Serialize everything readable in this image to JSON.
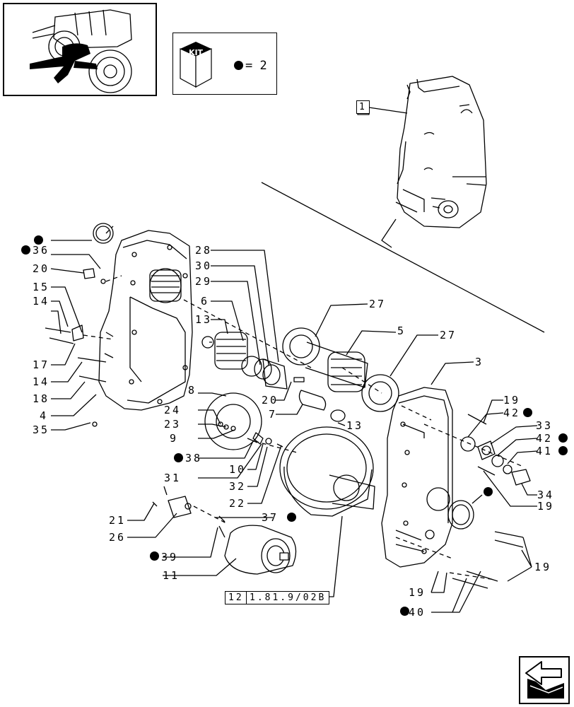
{
  "kit": {
    "label": "KIT",
    "equation": "= 2"
  },
  "reference_box": {
    "num": "12",
    "ref": "1.81.9/02B"
  },
  "main_assembly_label": "1",
  "labels": {
    "l36": "36",
    "l20a": "20",
    "l15": "15",
    "l14a": "14",
    "l17": "17",
    "l14b": "14",
    "l18": "18",
    "l4": "4",
    "l35": "35",
    "l28": "28",
    "l30": "30",
    "l29": "29",
    "l6": "6",
    "l13a": "13",
    "l27a": "27",
    "l5": "5",
    "l27b": "27",
    "l8": "8",
    "l24": "24",
    "l23": "23",
    "l9": "9",
    "l38": "38",
    "l31": "31",
    "l20b": "20",
    "l7": "7",
    "l13b": "13",
    "l10": "10",
    "l32": "32",
    "l22": "22",
    "l37": "37",
    "l21": "21",
    "l26": "26",
    "l39": "39",
    "l11": "11",
    "l3": "3",
    "l19a": "19",
    "l42a": "42",
    "l33": "33",
    "l42b": "42",
    "l41": "41",
    "l34": "34",
    "l19b": "19",
    "l19c": "19",
    "l19d": "19",
    "l40": "40"
  }
}
